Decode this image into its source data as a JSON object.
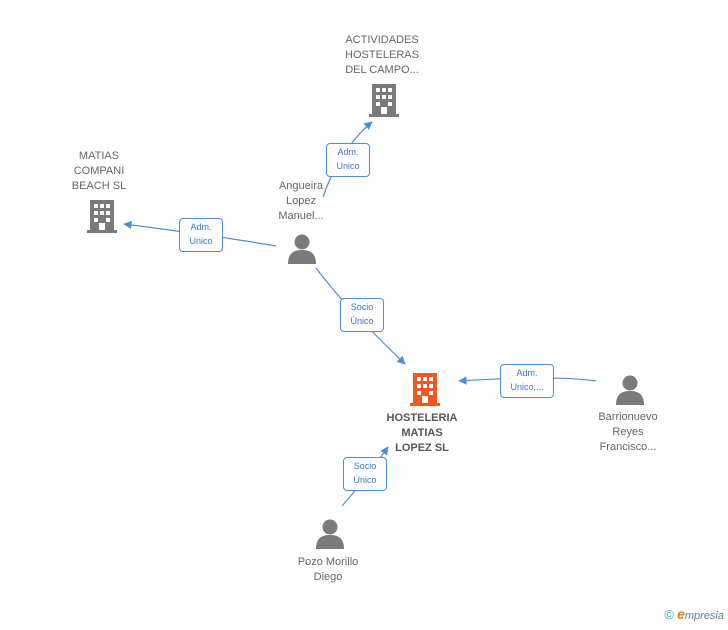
{
  "colors": {
    "company": "#7a7a7a",
    "company_main": "#f05a22",
    "person": "#7a7a7a",
    "edge": "#4a90d9"
  },
  "nodes": {
    "actividades": {
      "label": "ACTIVIDADES\nHOSTELERAS\nDEL CAMPO...",
      "icon": "building-icon"
    },
    "matias_compani": {
      "label": "MATIAS\nCOMPANI\nBEACH SL",
      "icon": "building-icon"
    },
    "angueira": {
      "label": "Angueira\nLopez\nManuel...",
      "icon": "person-icon"
    },
    "hosteleria": {
      "label": "HOSTELERIA\nMATIAS\nLOPEZ SL",
      "icon": "building-icon"
    },
    "barrionuevo": {
      "label": "Barrionuevo\nReyes\nFrancisco...",
      "icon": "person-icon"
    },
    "pozo": {
      "label": "Pozo Morillo\nDiego",
      "icon": "person-icon"
    }
  },
  "relations": {
    "angueira_actividades": "Adm.\nUnico",
    "angueira_matias": "Adm.\nUnico",
    "angueira_hosteleria": "Socio\nÚnico",
    "barrionuevo_hosteleria": "Adm.\nUnico,...",
    "pozo_hosteleria": "Socio\nÚnico"
  },
  "brand": {
    "copyright": "©",
    "e": "e",
    "rest": "mpresia"
  }
}
